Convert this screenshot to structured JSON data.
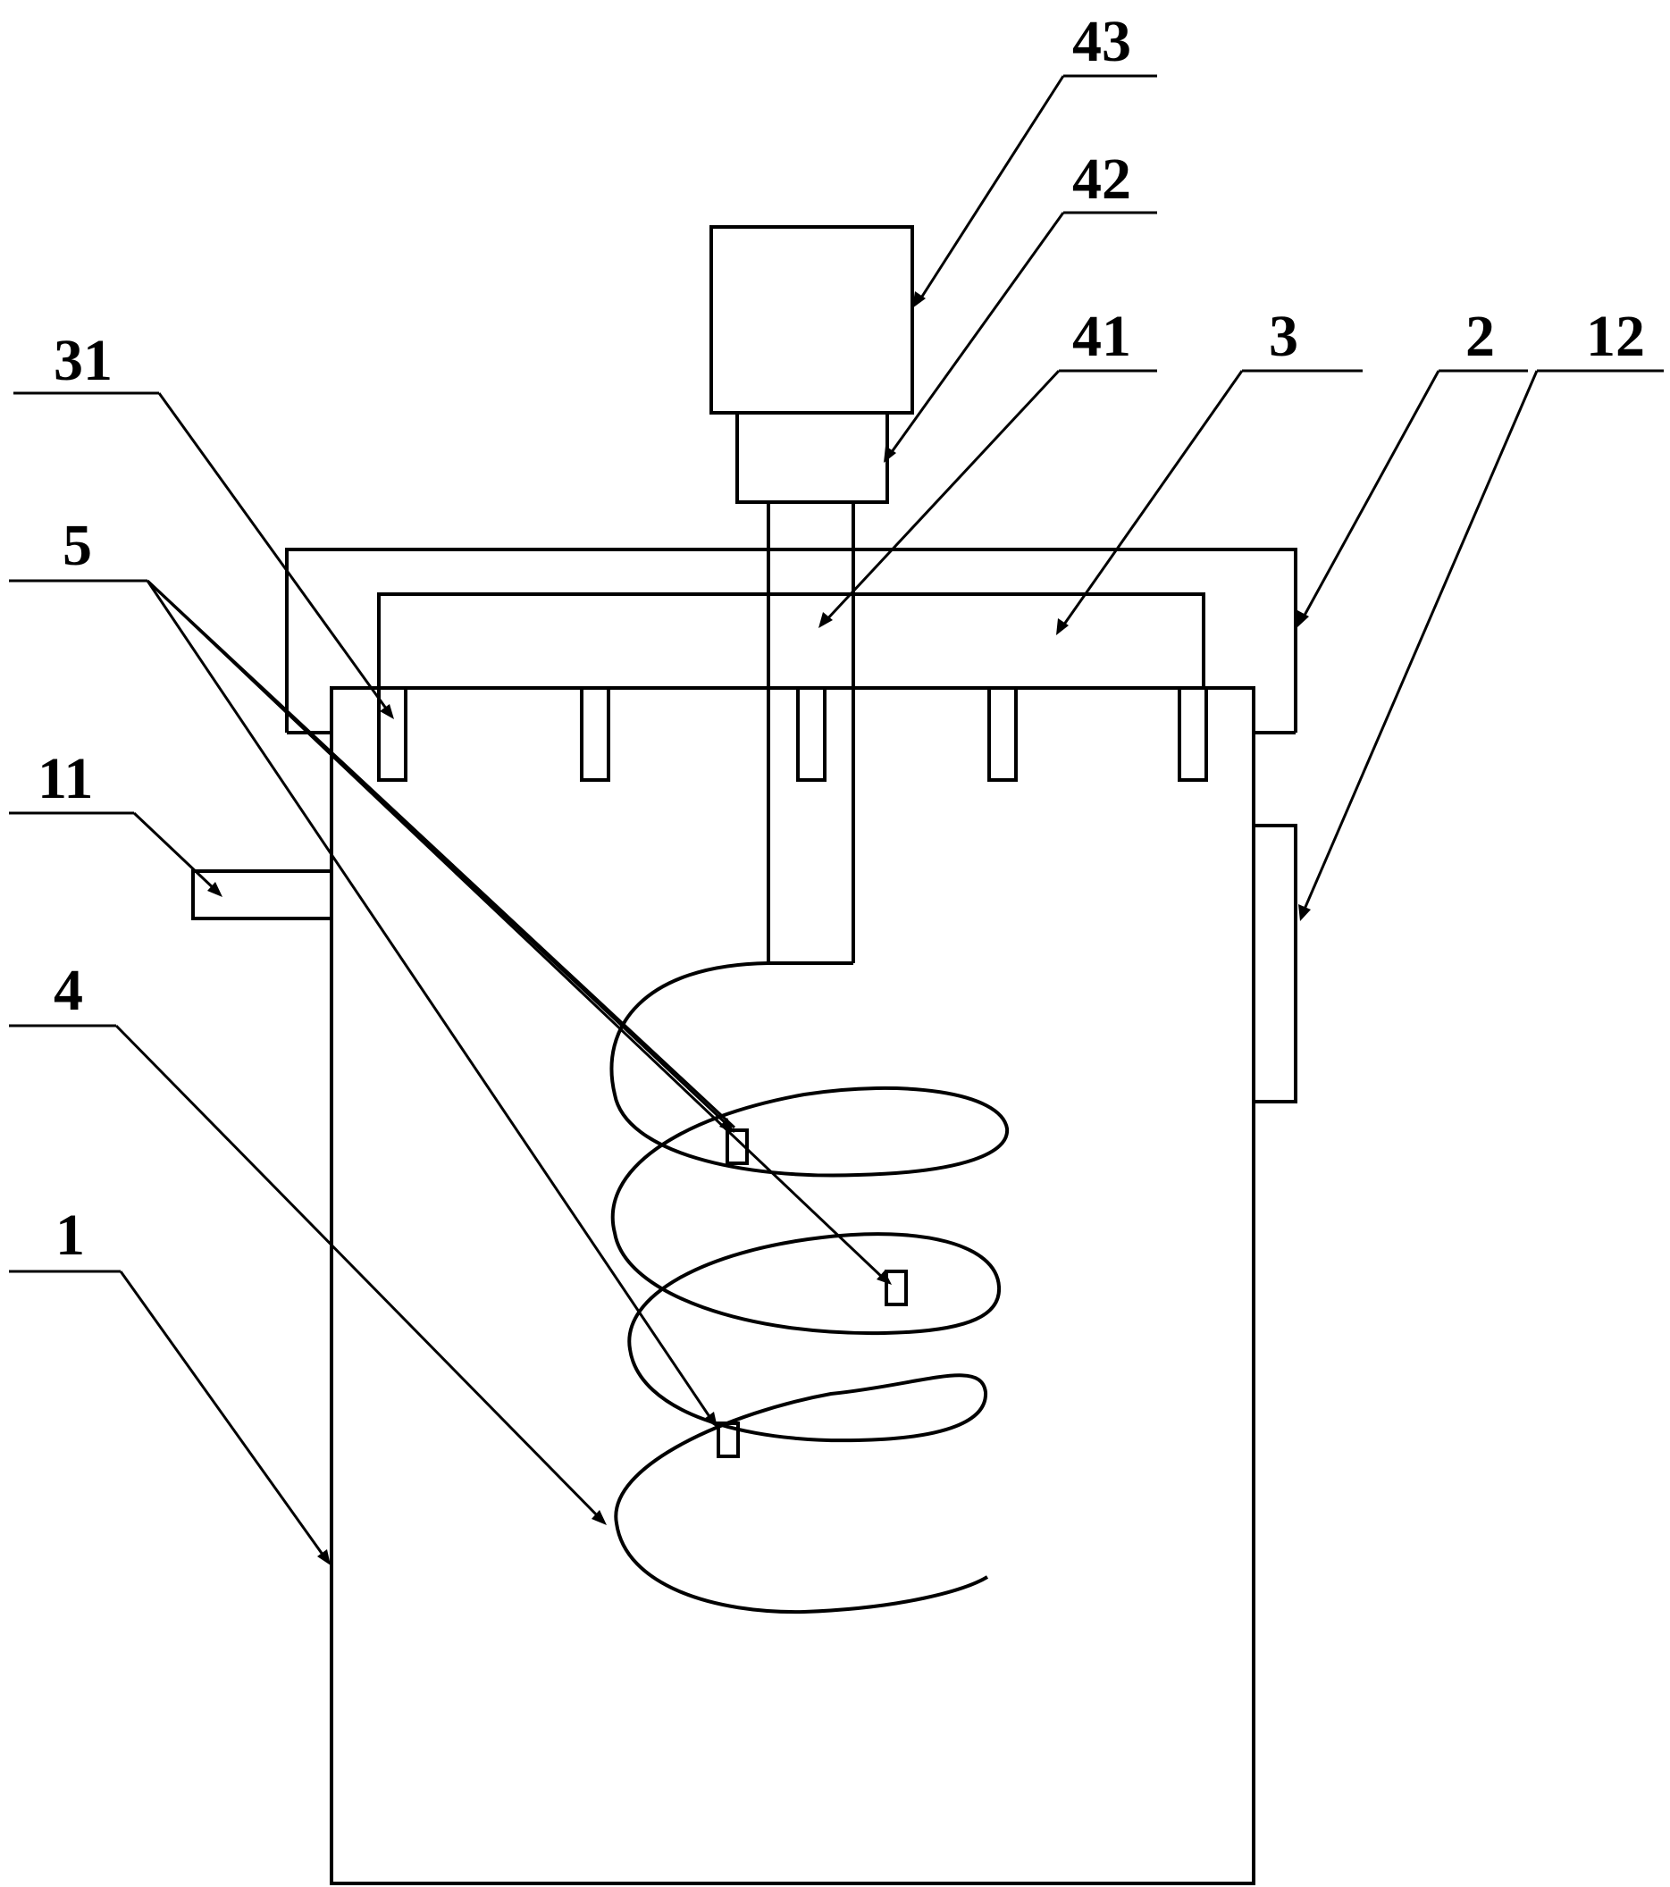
{
  "labels": {
    "l43": "43",
    "l42": "42",
    "l41": "41",
    "l3": "3",
    "l2": "2",
    "l12": "12",
    "l31": "31",
    "l5": "5",
    "l11": "11",
    "l4": "4",
    "l1": "1"
  },
  "colors": {
    "line": "#000000",
    "background": "#ffffff"
  }
}
